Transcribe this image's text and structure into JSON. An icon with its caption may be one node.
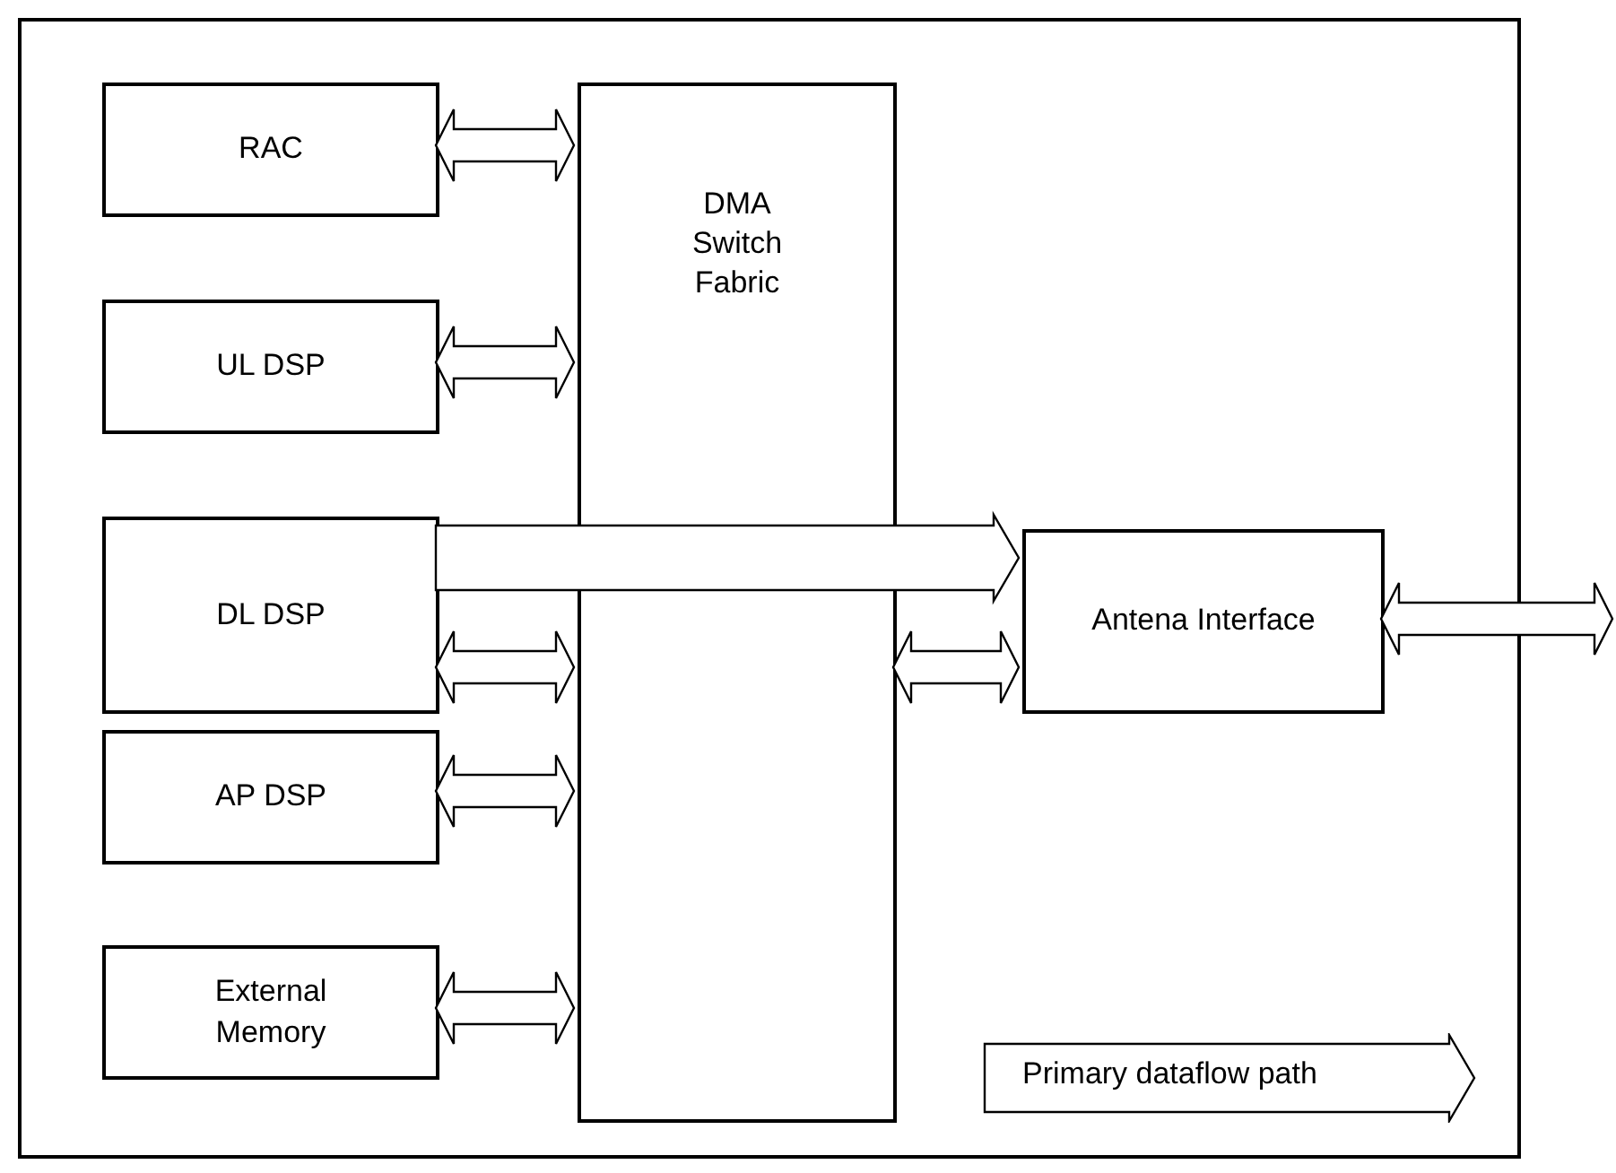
{
  "diagram": {
    "nodes": [
      {
        "text": [],
        "shape": "box"
      },
      {
        "text": [
          "RAC"
        ],
        "in": 0
      },
      {
        "text": [
          "DMA Switch Fabric"
        ],
        "in": 0
      },
      {
        "text": [
          "UL DSP"
        ],
        "in": 0
      },
      {
        "text": [
          "DL DSP"
        ],
        "in": 0
      },
      {
        "text": [
          "AP DSP"
        ],
        "in": 0
      },
      {
        "text": [
          "External Memory"
        ],
        "in": 0
      },
      {
        "text": [
          "Antena Interface"
        ],
        "in": 0
      }
    ],
    "edges": [
      {
        "from": 1,
        "to": 2,
        "arrow": "both"
      },
      {
        "from": 3,
        "to": 2,
        "arrow": "both"
      },
      {
        "from": 4,
        "to": 7,
        "arrow": "to",
        "style": "thick"
      },
      {
        "from": 4,
        "to": 2,
        "arrow": "both"
      },
      {
        "from": 5,
        "to": 2,
        "arrow": "both"
      },
      {
        "from": 6,
        "to": 2,
        "arrow": "both"
      },
      {
        "from": 2,
        "to": 7,
        "arrow": "both"
      },
      {
        "from": 7,
        "to": null,
        "arrow": "both"
      }
    ],
    "legend": [
      {
        "text": "Primary dataflow path"
      }
    ]
  }
}
